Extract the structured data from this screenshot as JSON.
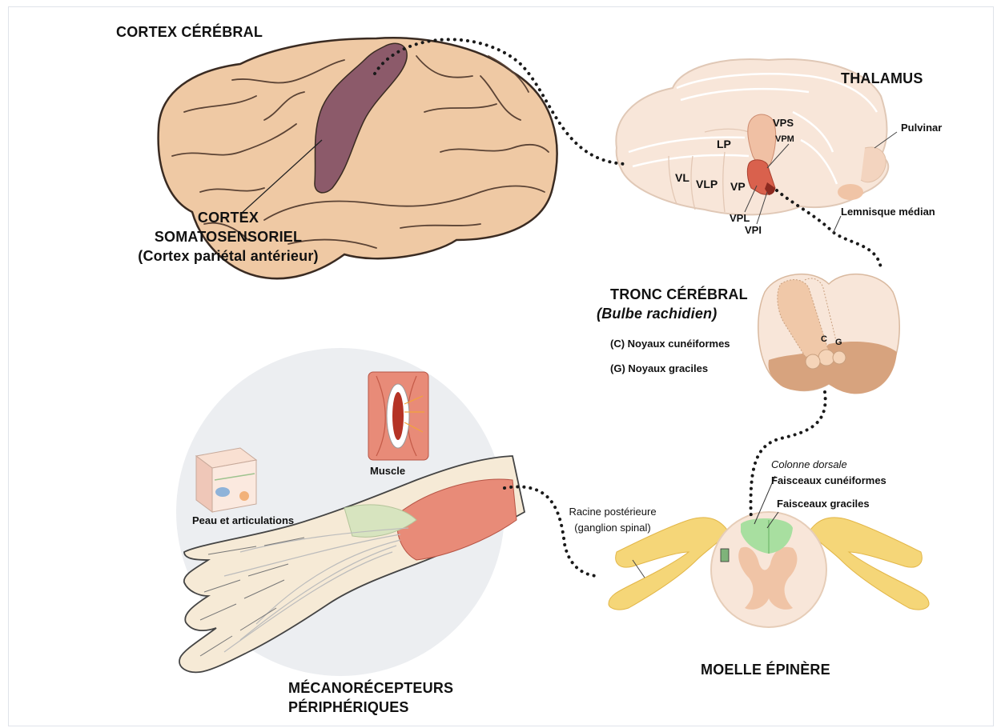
{
  "colors": {
    "brain_tissue": "#efc9a4",
    "brain_outline": "#3a2b22",
    "somatosensory_cortex": "#8c5a6a",
    "thalamus_tissue": "#f8e6d9",
    "vpl_nucleus": "#d9614d",
    "medulla_dark": "#d7a37e",
    "dorsal_column": "#a8dfa0",
    "nerve_root": "#f5d678",
    "circle_bg": "#eceef1",
    "muscle": "#e88b78"
  },
  "labels": {
    "cortex_cerebral": "CORTEX CÉRÉBRAL",
    "cortex_somato_line1": "CORTEX",
    "cortex_somato_line2": "SOMATOSENSORIEL",
    "cortex_somato_line3": "(Cortex pariétal antérieur)",
    "thalamus": "THALAMUS",
    "pulvinar": "Pulvinar",
    "vps": "VPS",
    "vpm": "VPM",
    "lp": "LP",
    "vl": "VL",
    "vlp": "VLP",
    "vp": "VP",
    "vpl": "VPL",
    "vpi": "VPI",
    "lemnisque": "Lemnisque médian",
    "tronc_line1": "TRONC CÉRÉBRAL",
    "tronc_line2": "(Bulbe rachidien)",
    "noyaux_cuneiformes": "(C) Noyaux cunéiformes",
    "noyaux_graciles": "(G) Noyaux graciles",
    "c_mark": "C",
    "g_mark": "G",
    "muscle": "Muscle",
    "peau": "Peau et articulations",
    "colonne_dorsale": "Colonne dorsale",
    "faisceaux_cuneiformes": "Faisceaux cunéiformes",
    "faisceaux_graciles": "Faisceaux graciles",
    "racine_line1": "Racine postérieure",
    "racine_line2": "(ganglion spinal)",
    "moelle": "MOELLE ÉPINÈRE",
    "meca_line1": "MÉCANORÉCEPTEURS",
    "meca_line2": "PÉRIPHÉRIQUES"
  }
}
